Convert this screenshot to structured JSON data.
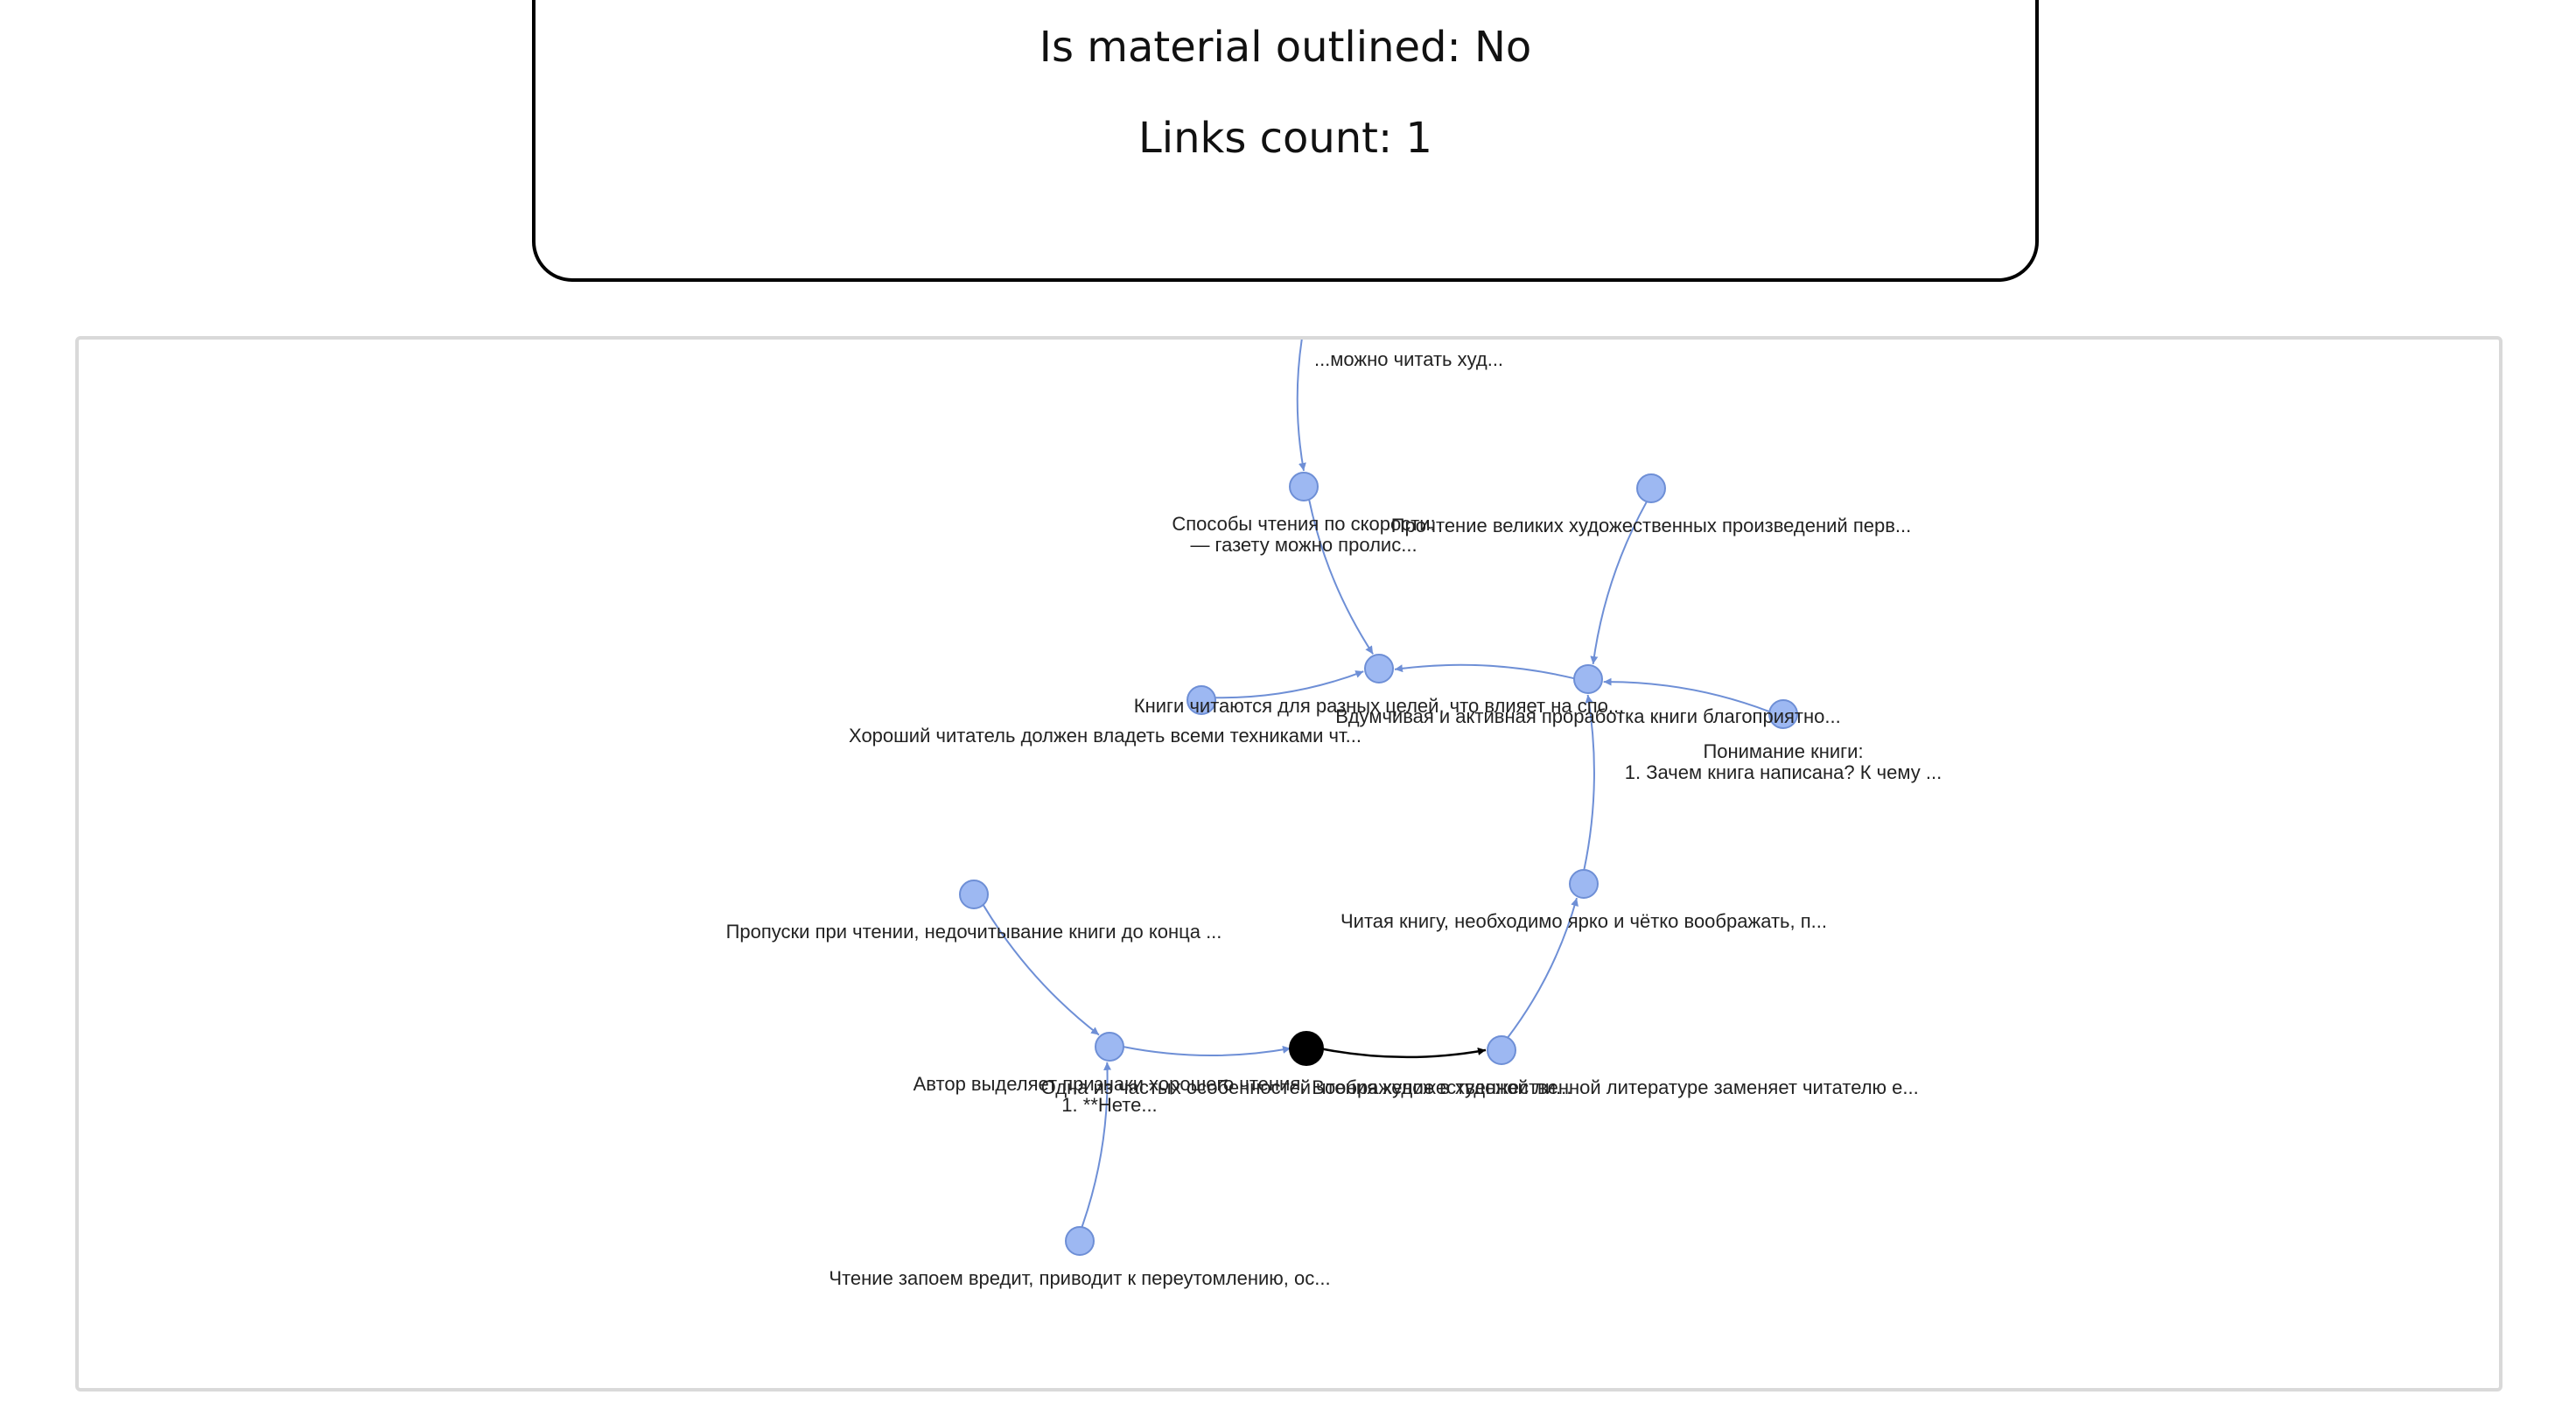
{
  "info_card": {
    "outlined_line": "Is material outlined: No",
    "links_line": "Links count: 1"
  },
  "graph": {
    "colors": {
      "node_fill": "#9db8f2",
      "node_stroke": "#6e8fd6",
      "edge": "#6e8fd6",
      "selected_node": "#000000",
      "selected_edge": "#000000"
    },
    "nodes": [
      {
        "id": "n_top",
        "label": [
          "...можно читать худ..."
        ],
        "selected": false
      },
      {
        "id": "n_speed",
        "label": [
          "Способы чтения по скорости:",
          "— газету можно пролис..."
        ],
        "selected": false
      },
      {
        "id": "n_great",
        "label": [
          "Прочтение великих художественных произведений перв..."
        ],
        "selected": false
      },
      {
        "id": "n_goals",
        "label": [
          "Книги читаются для разных целей, что влияет на спо..."
        ],
        "selected": false
      },
      {
        "id": "n_goodreader",
        "label": [
          "Хороший читатель должен владеть всеми техниками чт..."
        ],
        "selected": false
      },
      {
        "id": "n_thoughtful",
        "label": [
          "Вдумчивая и активная проработка книги благоприятно..."
        ],
        "selected": false
      },
      {
        "id": "n_understand",
        "label": [
          "Понимание книги:",
          "1. Зачем книга написана? К чему ..."
        ],
        "selected": false
      },
      {
        "id": "n_imagine",
        "label": [
          "Читая книгу, необходимо ярко и чётко воображать, п..."
        ],
        "selected": false
      },
      {
        "id": "n_skips",
        "label": [
          "Пропуски при чтении, недочитывание книги до конца ..."
        ],
        "selected": false
      },
      {
        "id": "n_author",
        "label": [
          "Автор выделяет признаки хорошего чтения:",
          "1. **Нете..."
        ],
        "selected": false
      },
      {
        "id": "n_selected",
        "label": [
          "Одна из частых особенностей чтения художественной ли..."
        ],
        "selected": true
      },
      {
        "id": "n_fantasy",
        "label": [
          "Воображение в художественной литературе заменяет читателю е..."
        ],
        "selected": false
      },
      {
        "id": "n_binge",
        "label": [
          "Чтение запоем вредит, приводит к переутомлению, ос..."
        ],
        "selected": false
      }
    ],
    "edges": [
      {
        "from": "n_top",
        "to": "n_speed",
        "selected": false
      },
      {
        "from": "n_speed",
        "to": "n_goals",
        "selected": false
      },
      {
        "from": "n_goodreader",
        "to": "n_goals",
        "selected": false
      },
      {
        "from": "n_thoughtful",
        "to": "n_goals",
        "selected": false
      },
      {
        "from": "n_great",
        "to": "n_thoughtful",
        "selected": false
      },
      {
        "from": "n_understand",
        "to": "n_thoughtful",
        "selected": false
      },
      {
        "from": "n_imagine",
        "to": "n_thoughtful",
        "selected": false
      },
      {
        "from": "n_fantasy",
        "to": "n_imagine",
        "selected": false
      },
      {
        "from": "n_skips",
        "to": "n_author",
        "selected": false
      },
      {
        "from": "n_binge",
        "to": "n_author",
        "selected": false
      },
      {
        "from": "n_author",
        "to": "n_selected",
        "selected": false
      },
      {
        "from": "n_selected",
        "to": "n_fantasy",
        "selected": true
      }
    ]
  }
}
